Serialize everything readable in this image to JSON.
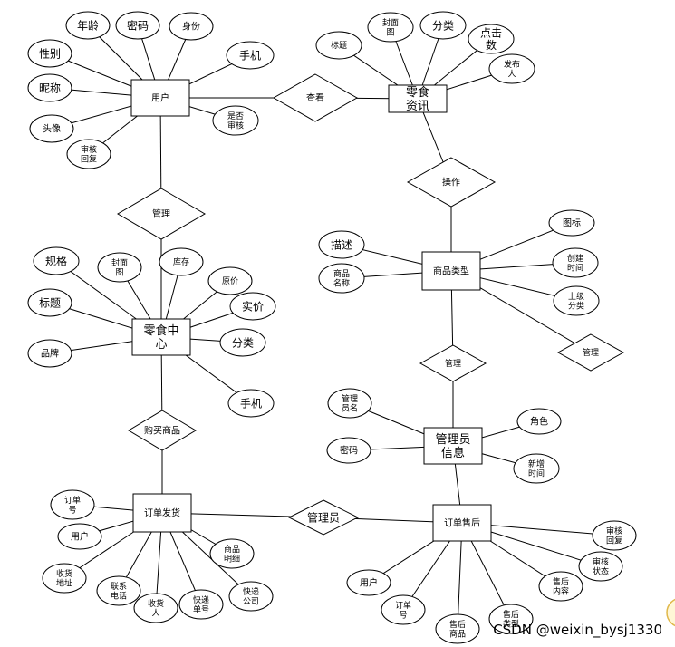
{
  "entities": [
    {
      "id": "user",
      "label": "用户"
    },
    {
      "id": "snack_info",
      "label": "零食\n资讯"
    },
    {
      "id": "category",
      "label": "商品类型"
    },
    {
      "id": "snack_center",
      "label": "零食中\n心"
    },
    {
      "id": "admin",
      "label": "管理员\n信息"
    },
    {
      "id": "order_ship",
      "label": "订单发货"
    },
    {
      "id": "after_sale",
      "label": "订单售后"
    }
  ],
  "relationships": [
    {
      "id": "view",
      "label": "查看"
    },
    {
      "id": "operate",
      "label": "操作"
    },
    {
      "id": "manage1",
      "label": "管理"
    },
    {
      "id": "manage_cat",
      "label": "管理"
    },
    {
      "id": "manage2",
      "label": "管理"
    },
    {
      "id": "buy",
      "label": "购买商品"
    },
    {
      "id": "mgr",
      "label": "管理员"
    }
  ],
  "attributes": [
    {
      "id": "u_age",
      "label": "年龄"
    },
    {
      "id": "u_pwd",
      "label": "密码"
    },
    {
      "id": "u_id",
      "label": "身份"
    },
    {
      "id": "u_gender",
      "label": "性别"
    },
    {
      "id": "u_phone",
      "label": "手机"
    },
    {
      "id": "u_nick",
      "label": "昵称"
    },
    {
      "id": "u_avatar",
      "label": "头像"
    },
    {
      "id": "u_reviewed",
      "label": "是否\n审核"
    },
    {
      "id": "u_reply",
      "label": "审核\n回复"
    },
    {
      "id": "i_cover",
      "label": "封面\n图"
    },
    {
      "id": "i_cat",
      "label": "分类"
    },
    {
      "id": "i_clicks",
      "label": "点击\n数"
    },
    {
      "id": "i_title",
      "label": "标题"
    },
    {
      "id": "i_pub",
      "label": "发布\n人"
    },
    {
      "id": "c_icon",
      "label": "图标"
    },
    {
      "id": "c_desc",
      "label": "描述"
    },
    {
      "id": "c_created",
      "label": "创建\n时间"
    },
    {
      "id": "c_name",
      "label": "商品\n名称"
    },
    {
      "id": "c_parent",
      "label": "上级\n分类"
    },
    {
      "id": "s_spec",
      "label": "规格"
    },
    {
      "id": "s_cover",
      "label": "封面\n图"
    },
    {
      "id": "s_stock",
      "label": "库存"
    },
    {
      "id": "s_orig",
      "label": "原价"
    },
    {
      "id": "s_title",
      "label": "标题"
    },
    {
      "id": "s_price",
      "label": "实价"
    },
    {
      "id": "s_cat",
      "label": "分类"
    },
    {
      "id": "s_brand",
      "label": "品牌"
    },
    {
      "id": "s_phone",
      "label": "手机"
    },
    {
      "id": "a_name",
      "label": "管理\n员名"
    },
    {
      "id": "a_role",
      "label": "角色"
    },
    {
      "id": "a_pwd",
      "label": "密码"
    },
    {
      "id": "a_added",
      "label": "新增\n时间"
    },
    {
      "id": "o_no",
      "label": "订单\n号"
    },
    {
      "id": "o_user",
      "label": "用户"
    },
    {
      "id": "o_detail",
      "label": "商品\n明细"
    },
    {
      "id": "o_addr",
      "label": "收货\n地址"
    },
    {
      "id": "o_tel",
      "label": "联系\n电话"
    },
    {
      "id": "o_recv",
      "label": "收货\n人"
    },
    {
      "id": "o_track",
      "label": "快递\n单号"
    },
    {
      "id": "o_courier",
      "label": "快递\n公司"
    },
    {
      "id": "r_reply",
      "label": "审核\n回复"
    },
    {
      "id": "r_status",
      "label": "审核\n状态"
    },
    {
      "id": "r_user",
      "label": "用户"
    },
    {
      "id": "r_content",
      "label": "售后\n内容"
    },
    {
      "id": "r_no",
      "label": "订单\n号"
    },
    {
      "id": "r_type",
      "label": "售后\n类型"
    },
    {
      "id": "r_goods",
      "label": "售后\n商品"
    }
  ],
  "watermark": "CSDN @weixin_bysj1330"
}
